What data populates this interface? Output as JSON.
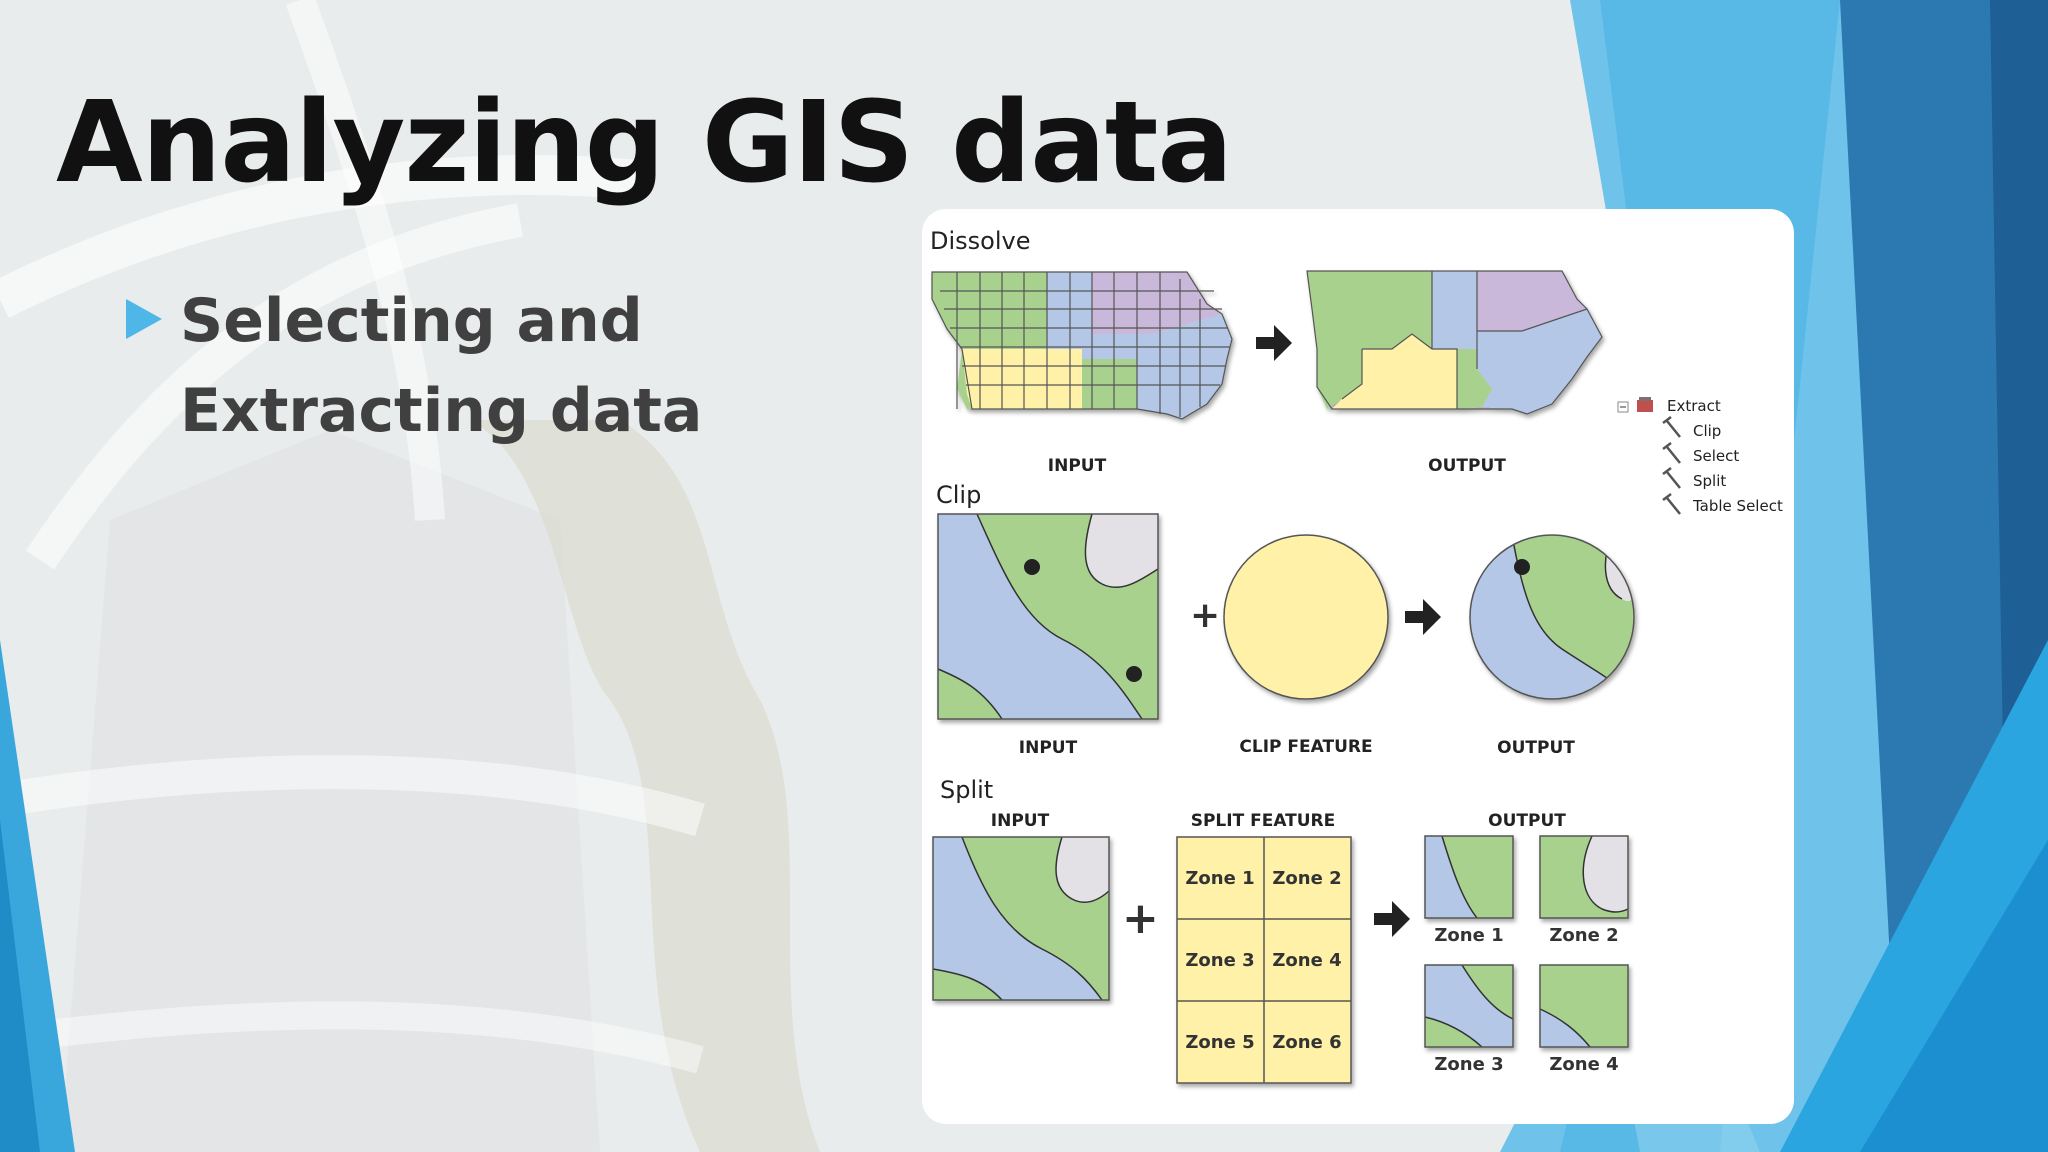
{
  "slide": {
    "title": "Analyzing GIS data",
    "bullet_line1": "Selecting and",
    "bullet_line2": "Extracting data"
  },
  "colors": {
    "title": "#111111",
    "bullet_arrow": "#4fb6e8",
    "green": "#a9d18e",
    "blue": "#b4c7e7",
    "purple": "#c9b8d9",
    "yellow": "#fff2a8",
    "gray": "#e4e1e6",
    "accent_blue": "#29a3dc"
  },
  "diagram": {
    "dissolve": {
      "heading": "Dissolve",
      "input_label": "INPUT",
      "output_label": "OUTPUT"
    },
    "clip": {
      "heading": "Clip",
      "input_label": "INPUT",
      "feature_label": "CLIP FEATURE",
      "output_label": "OUTPUT"
    },
    "split": {
      "heading": "Split",
      "input_label": "INPUT",
      "feature_label": "SPLIT FEATURE",
      "output_label": "OUTPUT",
      "zones": [
        "Zone 1",
        "Zone 2",
        "Zone 3",
        "Zone 4",
        "Zone 5",
        "Zone 6"
      ],
      "output_zones": [
        "Zone 1",
        "Zone 2",
        "Zone 3",
        "Zone 4"
      ]
    },
    "plus_symbol": "+",
    "toolbox": {
      "root": "Extract",
      "collapse_symbol": "⊟",
      "tools": [
        "Clip",
        "Select",
        "Split",
        "Table Select"
      ]
    }
  }
}
